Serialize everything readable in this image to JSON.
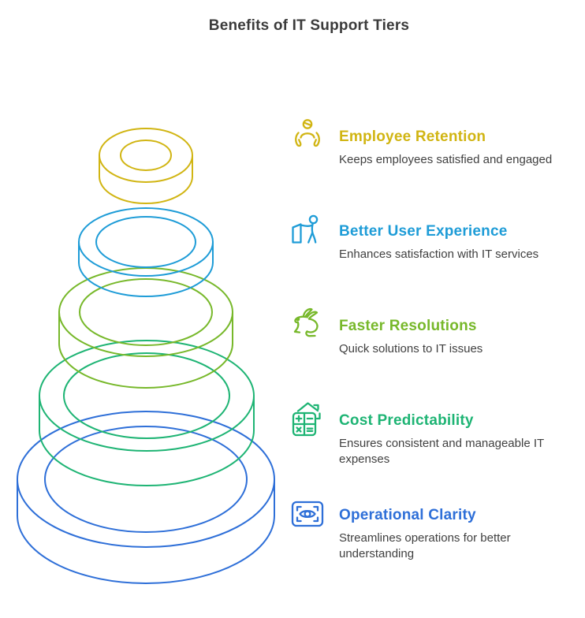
{
  "title": "Benefits of IT Support Tiers",
  "benefits": [
    {
      "title": "Employee Retention",
      "description": "Keeps employees satisfied and engaged",
      "color": "#d1b513",
      "icon": "employee-care-icon"
    },
    {
      "title": "Better User Experience",
      "description": "Enhances satisfaction with IT services",
      "color": "#1e9cd7",
      "icon": "user-kiosk-icon"
    },
    {
      "title": "Faster Resolutions",
      "description": "Quick solutions to IT issues",
      "color": "#77b82a",
      "icon": "rabbit-icon"
    },
    {
      "title": "Cost Predictability",
      "description": "Ensures consistent and manageable IT expenses",
      "color": "#1eb474",
      "icon": "calculator-house-icon"
    },
    {
      "title": "Operational Clarity",
      "description": "Streamlines operations for better understanding",
      "color": "#2e6fd8",
      "icon": "eye-frame-icon"
    }
  ],
  "pyramid": {
    "rings": [
      {
        "name": "tier-5-ring",
        "color": "#2e6fd8"
      },
      {
        "name": "tier-4-ring",
        "color": "#1eb474"
      },
      {
        "name": "tier-3-ring",
        "color": "#77b82a"
      },
      {
        "name": "tier-2-ring",
        "color": "#1e9cd7"
      },
      {
        "name": "tier-1-ring",
        "color": "#d1b513"
      }
    ]
  }
}
